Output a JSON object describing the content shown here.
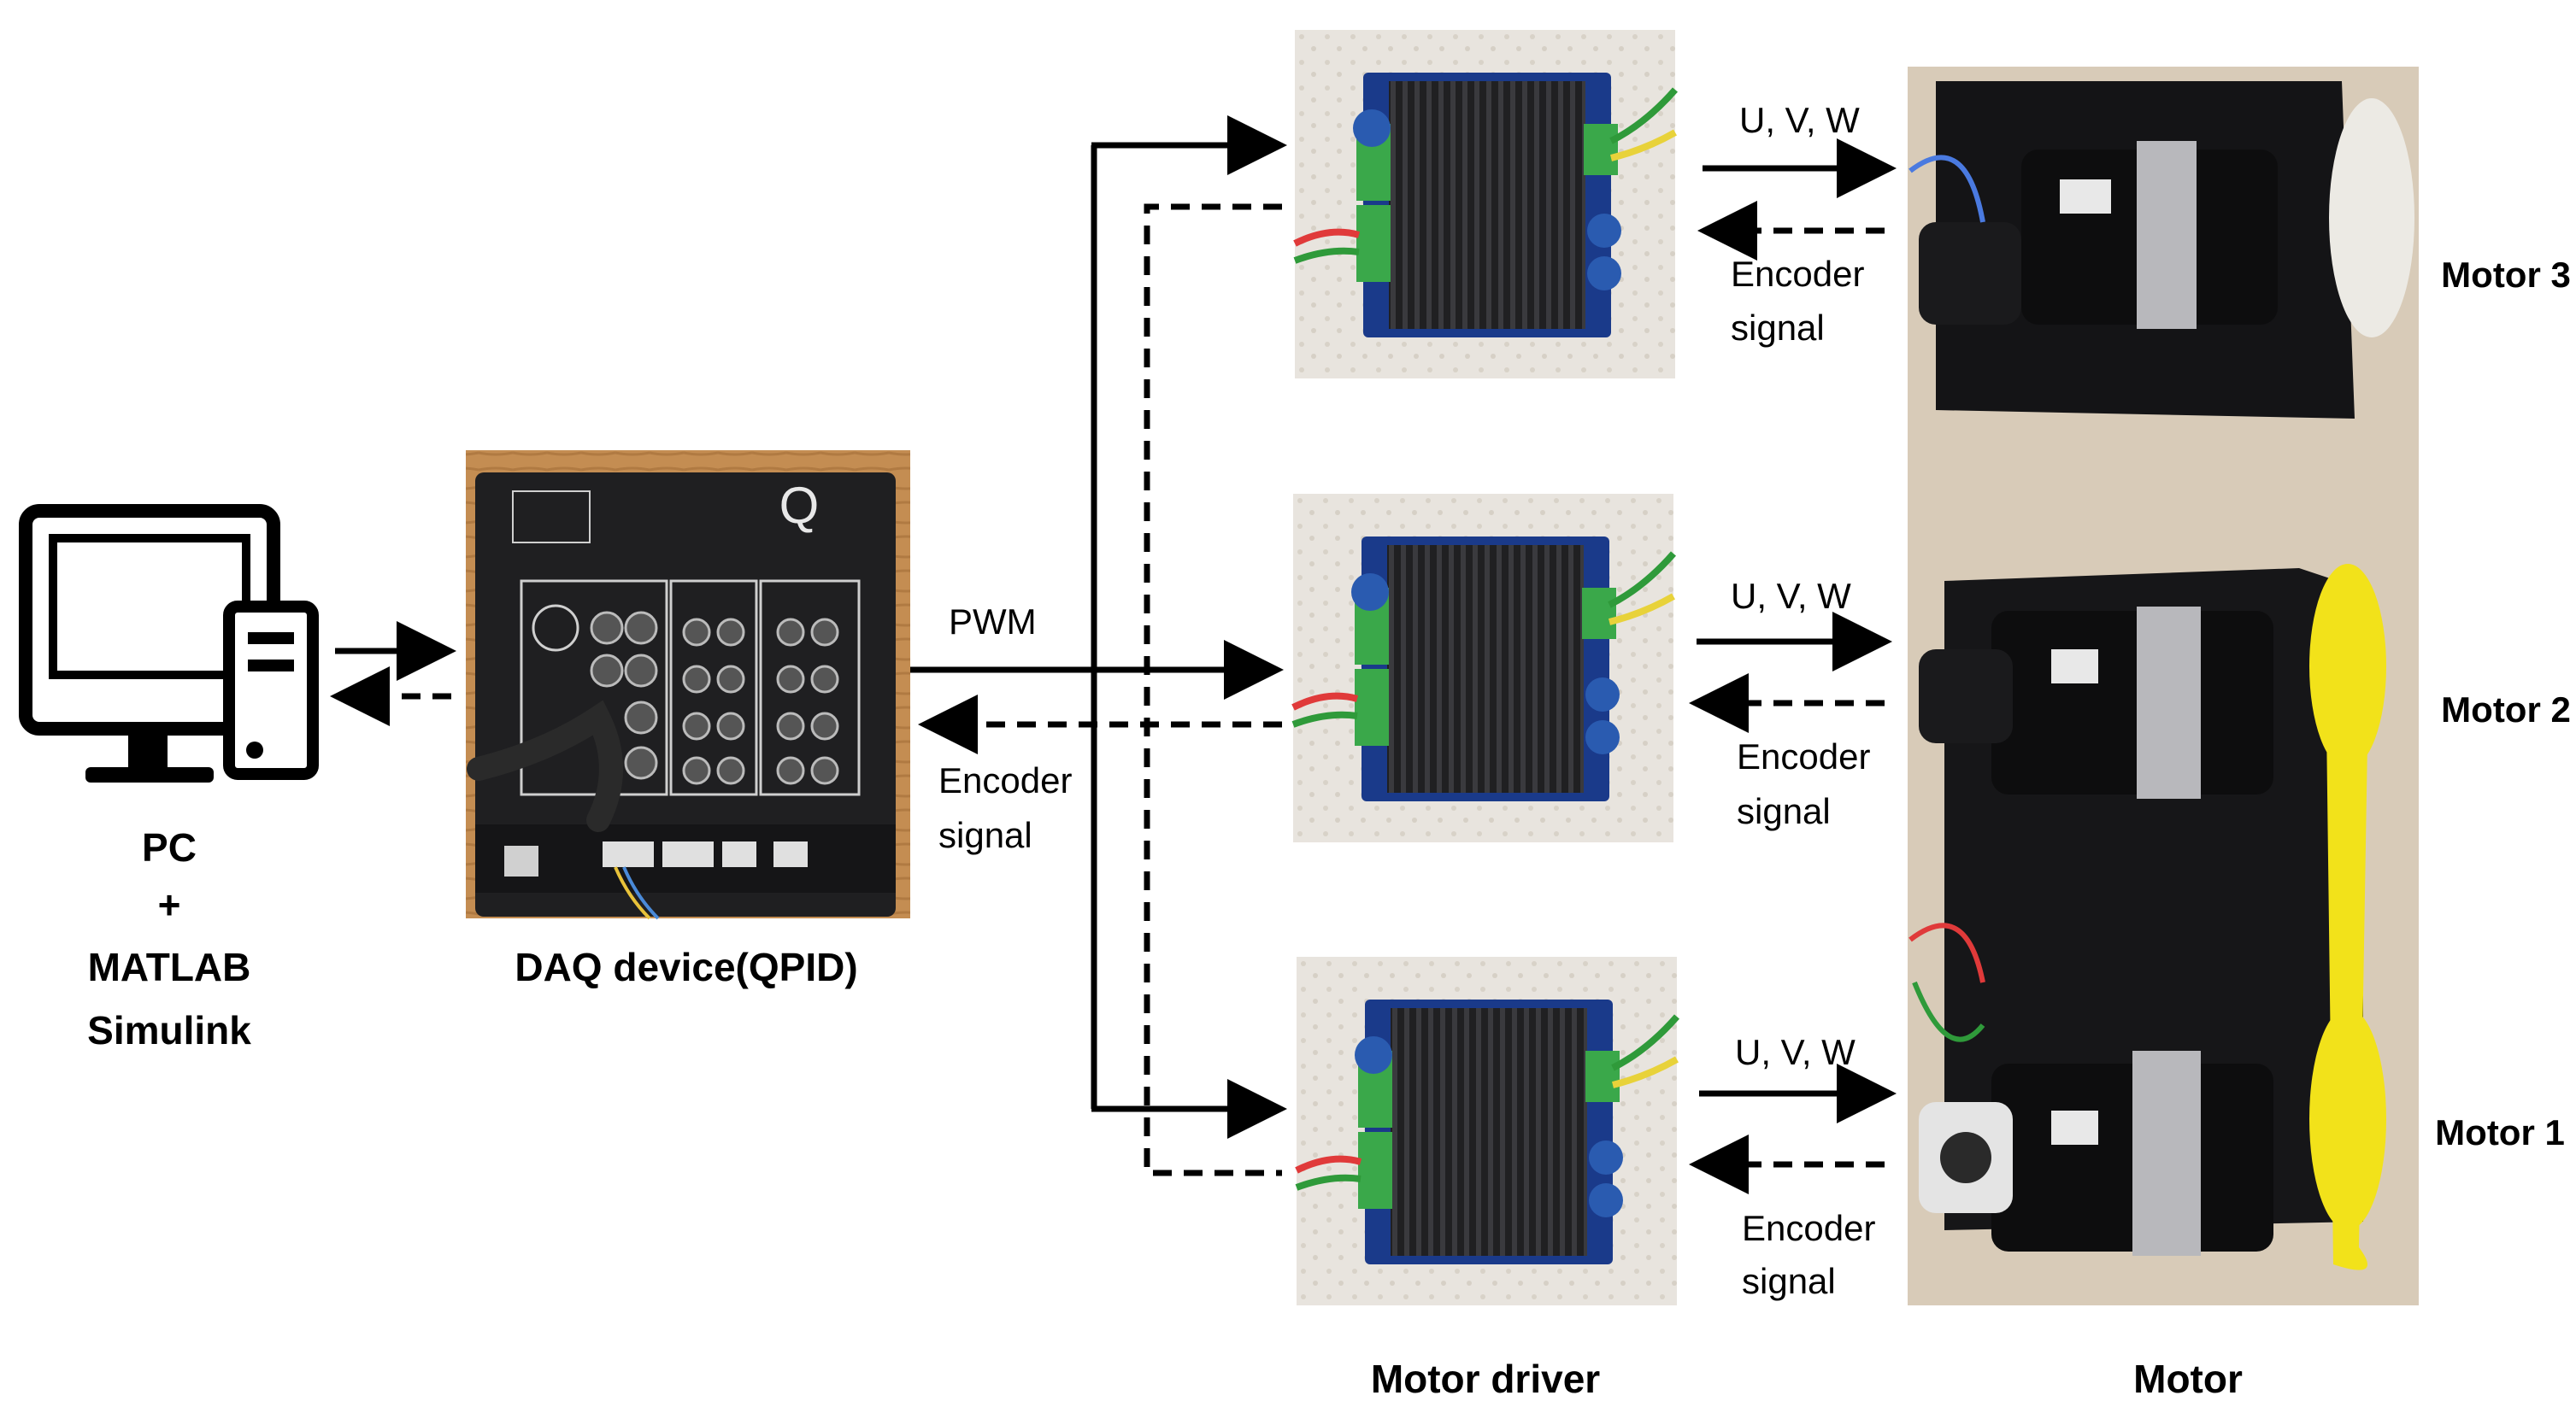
{
  "pc": {
    "line1": "PC",
    "line2": "+",
    "line3": "MATLAB",
    "line4": "Simulink",
    "icon": "desktop-computer-icon"
  },
  "daq": {
    "caption": "DAQ device(QPID)",
    "logo_text": "Q"
  },
  "signals": {
    "pwm": "PWM",
    "encoder_1": "Encoder",
    "encoder_2": "signal",
    "uvw": "U, V, W"
  },
  "captions": {
    "motor_driver": "Motor driver",
    "motor": "Motor"
  },
  "motors": {
    "m3": "Motor 3",
    "m2": "Motor 2",
    "m1": "Motor 1"
  },
  "colors": {
    "heatsink": "#1c1c1e",
    "board": "#1a3a8a",
    "terminal": "#3aa84a",
    "capacitor": "#2a5bb0",
    "daq_panel": "#1e1e20",
    "wood": "#c08a4e",
    "belt": "#f2e21a",
    "motor_body": "#101010",
    "base_plate": "#d8cbb8"
  }
}
